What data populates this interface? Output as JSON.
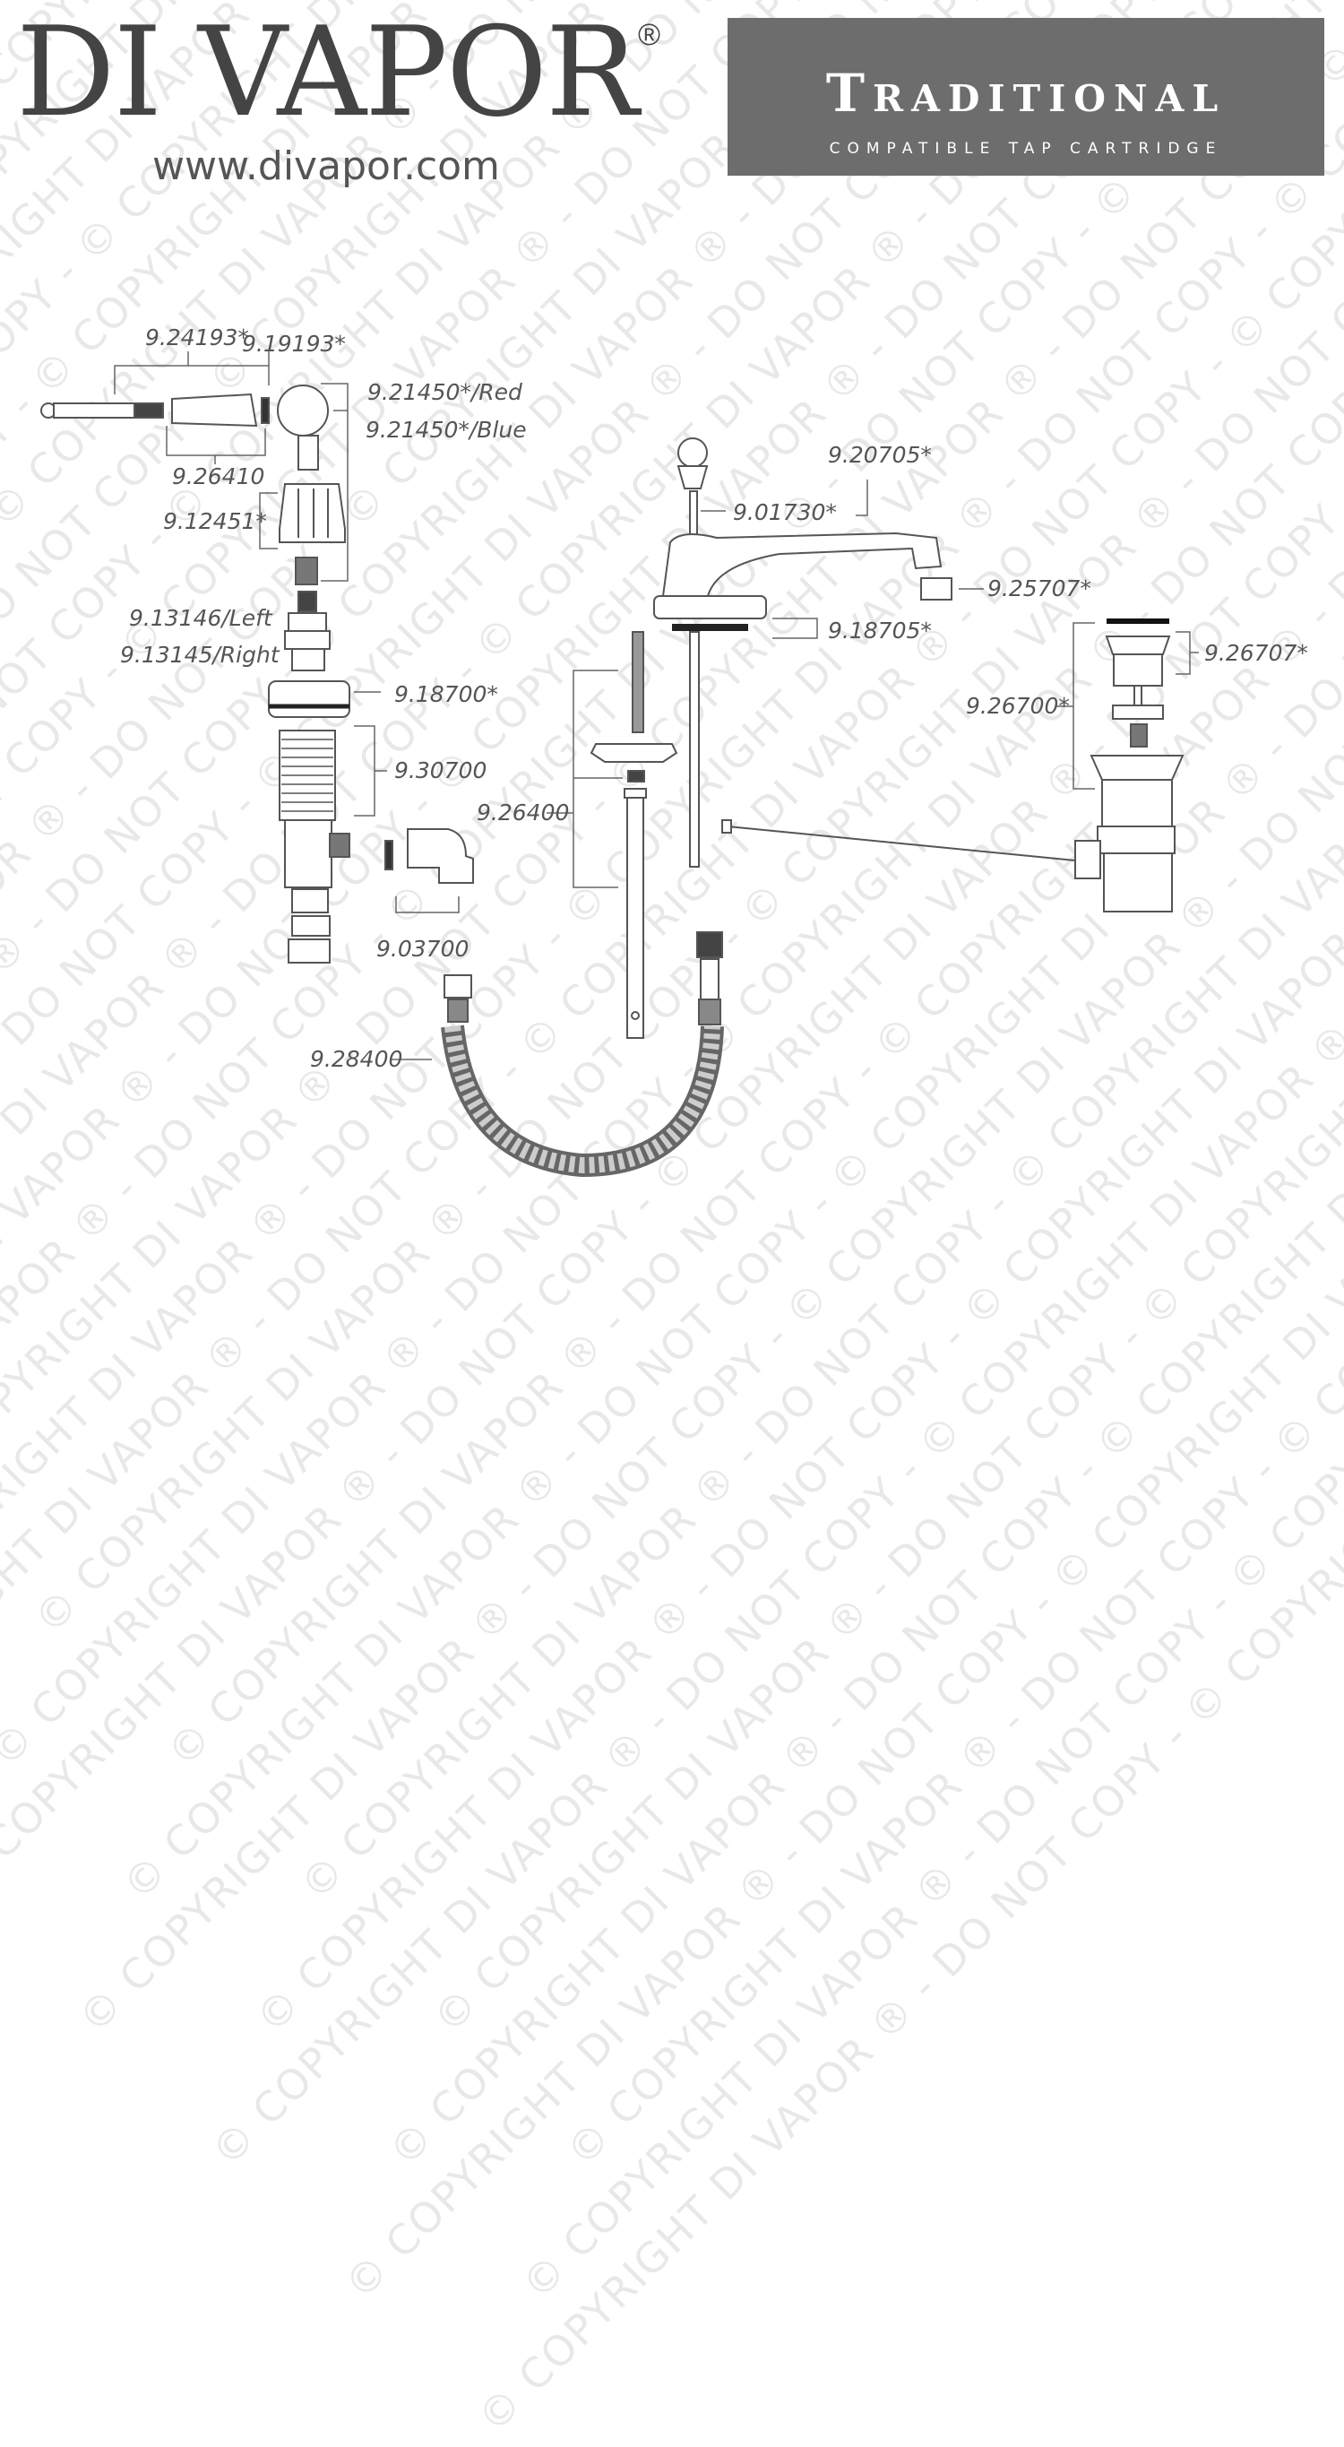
{
  "brand": {
    "name": "DI VAPOR",
    "registered_mark": "®",
    "website": "www.divapor.com"
  },
  "banner": {
    "title": "Traditional",
    "subtitle": "COMPATIBLE TAP CARTRIDGE",
    "background_color": "#6d6d6d"
  },
  "watermark_text": "© COPYRIGHT DI VAPOR ® - DO NOT COPY -",
  "parts": {
    "p_9_24193": "9.24193*",
    "p_9_19193": "9.19193*",
    "p_9_21450_red": "9.21450*/Red",
    "p_9_21450_blue": "9.21450*/Blue",
    "p_9_26410": "9.26410",
    "p_9_12451": "9.12451*",
    "p_9_13146_left": "9.13146/Left",
    "p_9_13145_right": "9.13145/Right",
    "p_9_18700": "9.18700*",
    "p_9_30700": "9.30700",
    "p_9_03700": "9.03700",
    "p_9_26400": "9.26400",
    "p_9_28400": "9.28400",
    "p_9_20705": "9.20705*",
    "p_9_01730": "9.01730*",
    "p_9_25707": "9.25707*",
    "p_9_18705": "9.18705*",
    "p_9_26707": "9.26707*",
    "p_9_26700": "9.26700*"
  }
}
